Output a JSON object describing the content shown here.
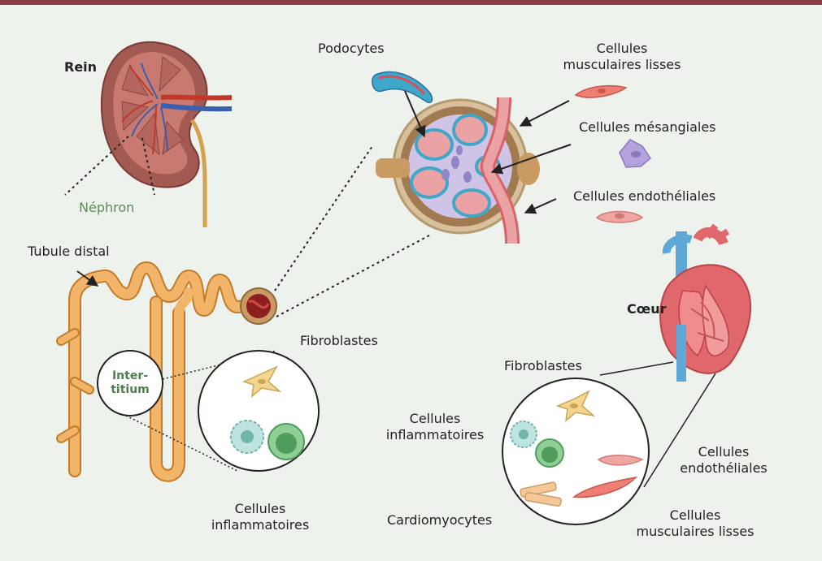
{
  "labels": {
    "rein": "Rein",
    "nephron": "Néphron",
    "tubule_distal": "Tubule distal",
    "interstitium_line1": "Inter-",
    "interstitium_line2": "titium",
    "fibroblastes_kidney": "Fibroblastes",
    "inflam_kidney_line1": "Cellules",
    "inflam_kidney_line2": "inflammatoires",
    "podocytes": "Podocytes",
    "muscle_top_line1": "Cellules",
    "muscle_top_line2": "musculaires lisses",
    "mesangiales": "Cellules mésangiales",
    "endotheliales_top": "Cellules endothéliales",
    "coeur": "Cœur",
    "fibroblastes_heart": "Fibroblastes",
    "inflam_heart_line1": "Cellules",
    "inflam_heart_line2": "inflammatoires",
    "endo_heart_line1": "Cellules",
    "endo_heart_line2": "endothéliales",
    "cardiomyocytes": "Cardiomyocytes",
    "muscle_heart_line1": "Cellules",
    "muscle_heart_line2": "musculaires lisses"
  },
  "colors": {
    "background": "#eef2ec",
    "top_bar": "#8c3a45",
    "tubule": "#f2b468",
    "kidney": "#a35a52",
    "heart": "#e0676c",
    "vessel_blue": "#5ea8d8",
    "label_green": "#5e8a5b"
  }
}
